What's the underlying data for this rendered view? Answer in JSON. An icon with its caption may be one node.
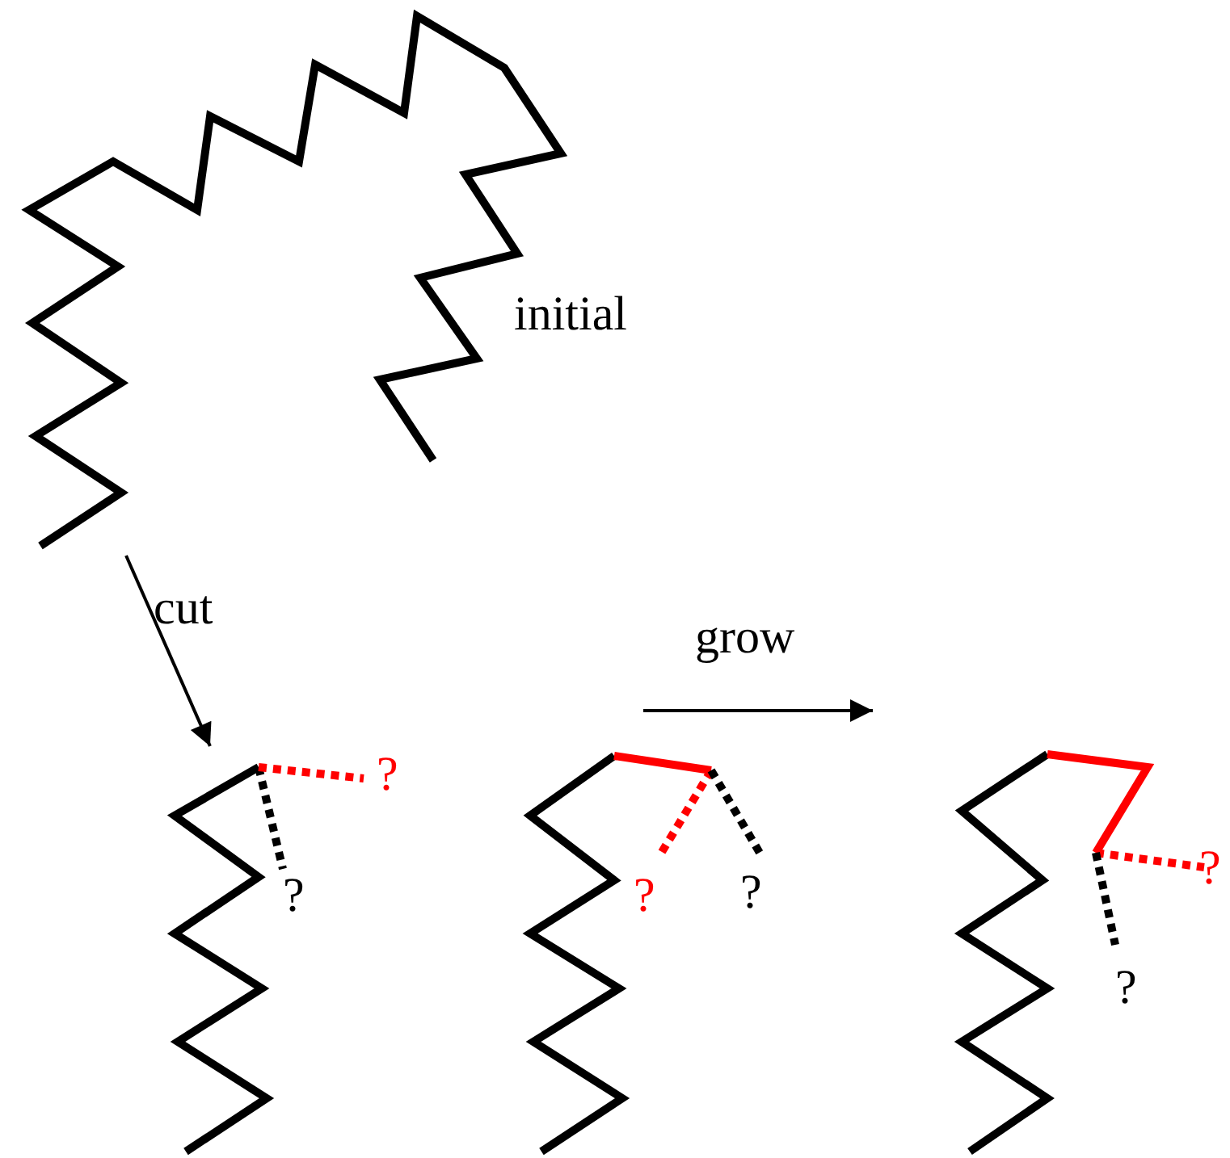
{
  "diagram": {
    "nodes": [
      {
        "text": [],
        "shape": "picture",
        "beside": [
          "initial"
        ]
      },
      {
        "text": [],
        "shape": "picture"
      },
      {
        "text": [],
        "shape": "picture"
      },
      {
        "text": [],
        "shape": "picture"
      }
    ],
    "edges": [
      {
        "from": 0,
        "to": 1,
        "arrow": "to",
        "label": "cut"
      },
      {
        "from": 2,
        "to": 3,
        "arrow": "to",
        "label": "grow"
      }
    ],
    "labels": [
      "?",
      "?",
      "?",
      "?",
      "?",
      "?"
    ]
  }
}
